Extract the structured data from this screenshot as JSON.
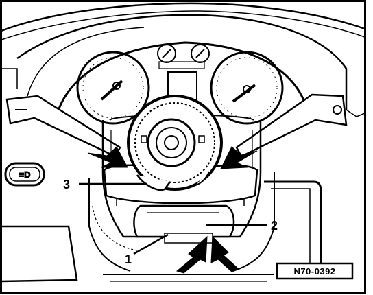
{
  "callouts": [
    {
      "label": "1"
    },
    {
      "label": "2"
    },
    {
      "label": "3"
    }
  ],
  "figure_id": "N70-0392",
  "switch_symbol": "≡D",
  "colors": {
    "ink": "#000000",
    "paper": "#ffffff"
  }
}
